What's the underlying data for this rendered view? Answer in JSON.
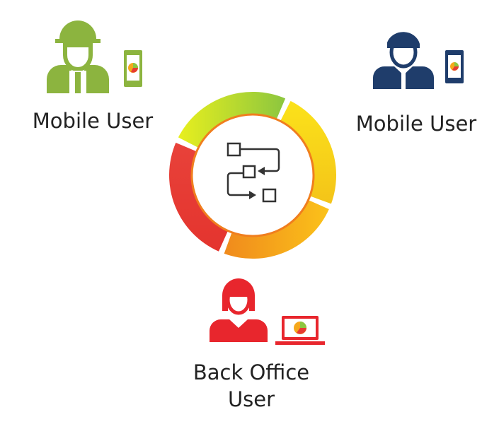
{
  "users": [
    {
      "label": "Mobile User",
      "role": "field-worker",
      "color": "#8cb43f",
      "device": "phone"
    },
    {
      "label": "Mobile User",
      "role": "business-person",
      "color": "#1f3d6b",
      "device": "phone"
    },
    {
      "label_line1": "Back Office",
      "label_line2": "User",
      "role": "office-worker",
      "color": "#e8262d",
      "device": "laptop"
    }
  ],
  "hub": {
    "icon": "workflow-icon",
    "ring_colors": [
      "#c8dc2a",
      "#f7d81a",
      "#f5a81c",
      "#e63a32"
    ]
  }
}
